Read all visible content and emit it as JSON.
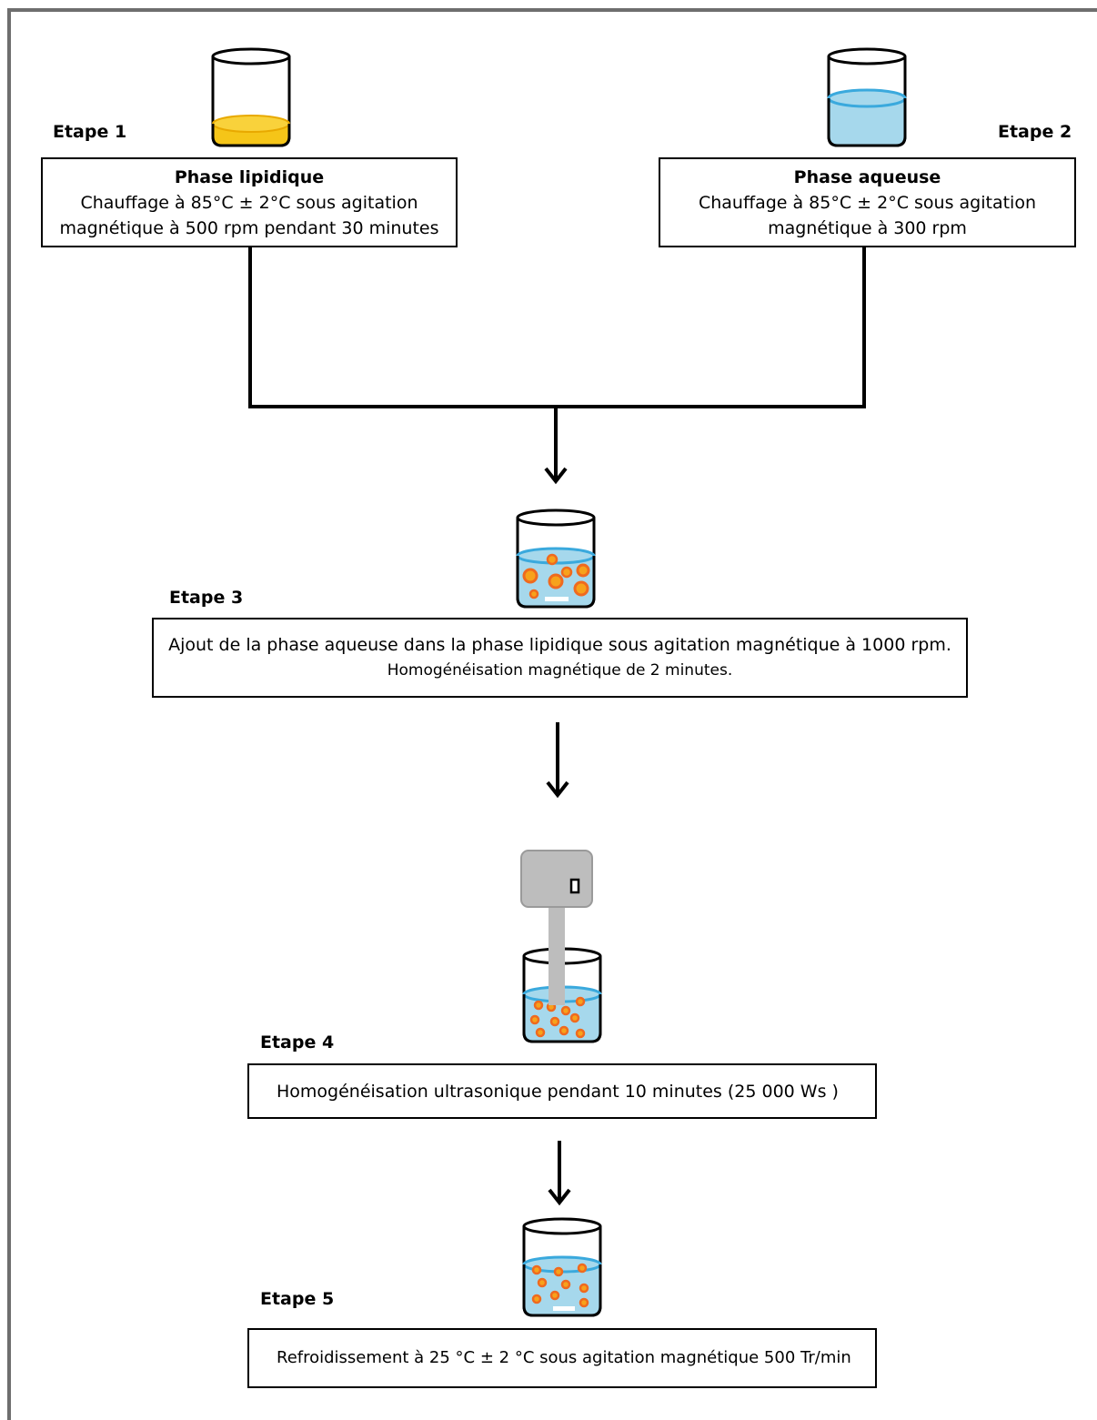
{
  "steps": {
    "s1": {
      "label": "Etape 1",
      "title": "Phase lipidique",
      "line1": "Chauffage à 85°C ± 2°C sous agitation",
      "line2": "magnétique à 500 rpm pendant 30 minutes"
    },
    "s2": {
      "label": "Etape 2",
      "title": "Phase aqueuse",
      "line1": "Chauffage à 85°C ± 2°C sous agitation",
      "line2": "magnétique à 300 rpm"
    },
    "s3": {
      "label": "Etape 3",
      "line1": "Ajout de la phase aqueuse dans la phase lipidique sous agitation magnétique  à  1000 rpm.",
      "line2": "Homogénéisation  magnétique de  2 minutes."
    },
    "s4": {
      "label": "Etape 4",
      "line1": "Homogénéisation ultrasonique pendant 10 minutes (25 000 Ws )"
    },
    "s5": {
      "label": "Etape 5",
      "line1": "Refroidissement à 25 °C ± 2 °C sous agitation magnétique 500 Tr/min"
    }
  },
  "colors": {
    "lipid": "#f5c518",
    "aqueous": "#a6d8ec",
    "aqueous_edge": "#3aa9dd",
    "droplet": "#f7a21b",
    "droplet_edge": "#ef6a1f",
    "probe": "#bdbdbd"
  }
}
